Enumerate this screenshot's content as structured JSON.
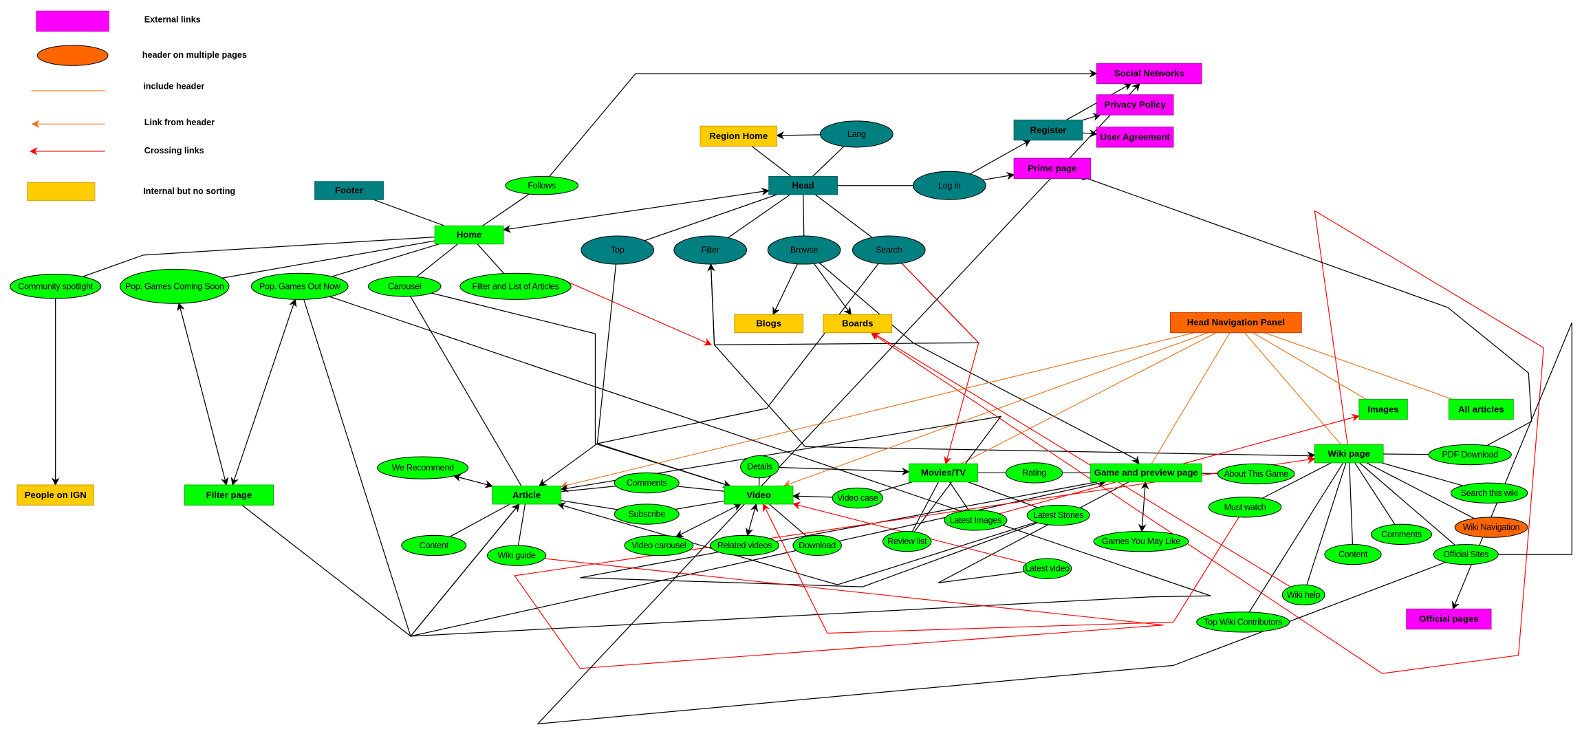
{
  "colors": {
    "internal_page": "#00ff00",
    "header_element": "#008080",
    "external_link": "#ff00ff",
    "header_multi": "#ff6600",
    "internal_no_sort": "#ffcc00",
    "edge_default": "#000000",
    "edge_include_header": "#e87722",
    "edge_crossing": "#ff0000"
  },
  "legend": [
    {
      "id": "external",
      "label": "External links",
      "swatch": "rect",
      "color": "#ff00ff"
    },
    {
      "id": "multi",
      "label": "header on multiple pages",
      "swatch": "ellipse",
      "color": "#ff6600"
    },
    {
      "id": "include",
      "label": "include header",
      "swatch": "line",
      "color": "#e87722"
    },
    {
      "id": "fromheader",
      "label": "Link from header",
      "swatch": "arrow",
      "color": "#e87722"
    },
    {
      "id": "crossing",
      "label": "Crossing links",
      "swatch": "arrow",
      "color": "#ff0000"
    },
    {
      "id": "nosort",
      "label": "Internal but no sorting",
      "swatch": "rect",
      "color": "#ffcc00"
    }
  ],
  "nodes": [
    {
      "id": "footer",
      "label": "Footer",
      "shape": "rect",
      "kind": "header_element"
    },
    {
      "id": "follows",
      "label": "Follows",
      "shape": "ellipse",
      "kind": "internal_page"
    },
    {
      "id": "home",
      "label": "Home",
      "shape": "rect",
      "kind": "internal_page"
    },
    {
      "id": "community",
      "label": "Community spotlight",
      "shape": "ellipse",
      "kind": "internal_page"
    },
    {
      "id": "comingsoon",
      "label": "Pop. Games Coming Soon",
      "shape": "ellipse",
      "kind": "internal_page"
    },
    {
      "id": "outnow",
      "label": "Pop. Games Out Now",
      "shape": "ellipse",
      "kind": "internal_page"
    },
    {
      "id": "carousel",
      "label": "Carousel",
      "shape": "ellipse",
      "kind": "internal_page"
    },
    {
      "id": "filterlist",
      "label": "Filter and List of Articles",
      "shape": "ellipse",
      "kind": "internal_page"
    },
    {
      "id": "peopleign",
      "label": "People on IGN",
      "shape": "rect",
      "kind": "internal_no_sort"
    },
    {
      "id": "filterpage",
      "label": "Filter page",
      "shape": "rect",
      "kind": "internal_page"
    },
    {
      "id": "regionhome",
      "label": "Region Home",
      "shape": "rect",
      "kind": "internal_no_sort"
    },
    {
      "id": "lang",
      "label": "Lang",
      "shape": "ellipse",
      "kind": "header_element"
    },
    {
      "id": "head",
      "label": "Head",
      "shape": "rect",
      "kind": "header_element"
    },
    {
      "id": "login",
      "label": "Log in",
      "shape": "ellipse",
      "kind": "header_element"
    },
    {
      "id": "register",
      "label": "Register",
      "shape": "rect",
      "kind": "header_element"
    },
    {
      "id": "social",
      "label": "Social Networks",
      "shape": "rect",
      "kind": "external_link"
    },
    {
      "id": "privacy",
      "label": "Privacy Policy",
      "shape": "rect",
      "kind": "external_link"
    },
    {
      "id": "useragree",
      "label": "User Agreement",
      "shape": "rect",
      "kind": "external_link"
    },
    {
      "id": "prime",
      "label": "Prime page",
      "shape": "rect",
      "kind": "external_link"
    },
    {
      "id": "top",
      "label": "Top",
      "shape": "ellipse",
      "kind": "header_element"
    },
    {
      "id": "filter",
      "label": "Filter",
      "shape": "ellipse",
      "kind": "header_element"
    },
    {
      "id": "browse",
      "label": "Browse",
      "shape": "ellipse",
      "kind": "header_element"
    },
    {
      "id": "search",
      "label": "Search",
      "shape": "ellipse",
      "kind": "header_element"
    },
    {
      "id": "blogs",
      "label": "Blogs",
      "shape": "rect",
      "kind": "internal_no_sort"
    },
    {
      "id": "boards",
      "label": "Boards",
      "shape": "rect",
      "kind": "internal_no_sort"
    },
    {
      "id": "headnav",
      "label": "Head Navigation Panel",
      "shape": "rect",
      "kind": "header_multi"
    },
    {
      "id": "images",
      "label": "Images",
      "shape": "rect",
      "kind": "internal_page"
    },
    {
      "id": "allarticles",
      "label": "All articles",
      "shape": "rect",
      "kind": "internal_page"
    },
    {
      "id": "werecommend",
      "label": "We Recommend",
      "shape": "ellipse",
      "kind": "internal_page"
    },
    {
      "id": "article",
      "label": "Article",
      "shape": "rect",
      "kind": "internal_page"
    },
    {
      "id": "content_a",
      "label": "Content",
      "shape": "ellipse",
      "kind": "internal_page"
    },
    {
      "id": "wikiguide",
      "label": "Wiki guide",
      "shape": "ellipse",
      "kind": "internal_page"
    },
    {
      "id": "comments_a",
      "label": "Comments",
      "shape": "ellipse",
      "kind": "internal_page"
    },
    {
      "id": "subscribe",
      "label": "Subscribe",
      "shape": "ellipse",
      "kind": "internal_page"
    },
    {
      "id": "details",
      "label": "Details",
      "shape": "ellipse",
      "kind": "internal_page"
    },
    {
      "id": "video",
      "label": "Video",
      "shape": "rect",
      "kind": "internal_page"
    },
    {
      "id": "videocarousel",
      "label": "Video carousel",
      "shape": "ellipse",
      "kind": "internal_page"
    },
    {
      "id": "relatedvideos",
      "label": "Related videos",
      "shape": "ellipse",
      "kind": "internal_page"
    },
    {
      "id": "download",
      "label": "Download",
      "shape": "ellipse",
      "kind": "internal_page"
    },
    {
      "id": "videocase",
      "label": "Video case",
      "shape": "ellipse",
      "kind": "internal_page"
    },
    {
      "id": "moviestv",
      "label": "Movies/TV",
      "shape": "rect",
      "kind": "internal_page"
    },
    {
      "id": "rating",
      "label": "Rating",
      "shape": "ellipse",
      "kind": "internal_page"
    },
    {
      "id": "latestimages",
      "label": "Latest Images",
      "shape": "ellipse",
      "kind": "internal_page"
    },
    {
      "id": "latestnews",
      "label": "Latest Stories",
      "shape": "ellipse",
      "kind": "internal_page"
    },
    {
      "id": "reviewlist",
      "label": "Review list",
      "shape": "ellipse",
      "kind": "internal_page"
    },
    {
      "id": "latestvideo",
      "label": "Latest video",
      "shape": "ellipse",
      "kind": "internal_page"
    },
    {
      "id": "gamepage",
      "label": "Game and preview page",
      "shape": "rect",
      "kind": "internal_page"
    },
    {
      "id": "gamesyoumay",
      "label": "Games You May Like",
      "shape": "ellipse",
      "kind": "internal_page"
    },
    {
      "id": "aboutgame",
      "label": "About This Game",
      "shape": "ellipse",
      "kind": "internal_page"
    },
    {
      "id": "mustwatch",
      "label": "Must watch",
      "shape": "ellipse",
      "kind": "internal_page"
    },
    {
      "id": "wikipage",
      "label": "Wiki page",
      "shape": "rect",
      "kind": "internal_page"
    },
    {
      "id": "pdfdownload",
      "label": "PDF Download",
      "shape": "ellipse",
      "kind": "internal_page"
    },
    {
      "id": "searchwiki",
      "label": "Search this wiki",
      "shape": "ellipse",
      "kind": "internal_page"
    },
    {
      "id": "wikinav",
      "label": "Wiki Navigation",
      "shape": "ellipse",
      "kind": "header_multi"
    },
    {
      "id": "comments_w",
      "label": "Comments",
      "shape": "ellipse",
      "kind": "internal_page"
    },
    {
      "id": "content_w",
      "label": "Content",
      "shape": "ellipse",
      "kind": "internal_page"
    },
    {
      "id": "officialsites",
      "label": "Official Sites",
      "shape": "ellipse",
      "kind": "internal_page"
    },
    {
      "id": "wikihelp",
      "label": "Wiki help",
      "shape": "ellipse",
      "kind": "internal_page"
    },
    {
      "id": "topwiki",
      "label": "Top Wiki Contributors",
      "shape": "ellipse",
      "kind": "internal_page"
    },
    {
      "id": "officialpages",
      "label": "Official pages",
      "shape": "rect",
      "kind": "external_link"
    }
  ],
  "edges": [
    {
      "from": "footer",
      "to": "home",
      "style": "default",
      "arrow": "none"
    },
    {
      "from": "follows",
      "to": "home",
      "style": "default",
      "arrow": "none"
    },
    {
      "from": "follows",
      "to": "social",
      "style": "default",
      "arrow": "end"
    },
    {
      "from": "head",
      "to": "home",
      "style": "default",
      "arrow": "both"
    },
    {
      "from": "home",
      "to": "community",
      "style": "default",
      "arrow": "none"
    },
    {
      "from": "home",
      "to": "comingsoon",
      "style": "default",
      "arrow": "none"
    },
    {
      "from": "home",
      "to": "outnow",
      "style": "default",
      "arrow": "none"
    },
    {
      "from": "home",
      "to": "carousel",
      "style": "default",
      "arrow": "none"
    },
    {
      "from": "home",
      "to": "filterlist",
      "style": "default",
      "arrow": "none"
    },
    {
      "from": "community",
      "to": "peopleign",
      "style": "default",
      "arrow": "end"
    },
    {
      "from": "comingsoon",
      "to": "filterpage",
      "style": "default",
      "arrow": "both"
    },
    {
      "from": "outnow",
      "to": "filterpage",
      "style": "default",
      "arrow": "both"
    },
    {
      "from": "outnow",
      "to": "article",
      "style": "default",
      "arrow": "end"
    },
    {
      "from": "filterpage",
      "to": "article",
      "style": "default",
      "arrow": "end"
    },
    {
      "from": "carousel",
      "to": "article",
      "style": "default",
      "arrow": "none"
    },
    {
      "from": "carousel",
      "to": "video",
      "style": "default",
      "arrow": "none"
    },
    {
      "from": "filterlist",
      "to": "filter",
      "style": "crossing",
      "arrow": "end"
    },
    {
      "from": "lang",
      "to": "regionhome",
      "style": "default",
      "arrow": "end"
    },
    {
      "from": "regionhome",
      "to": "head",
      "style": "default",
      "arrow": "none"
    },
    {
      "from": "lang",
      "to": "head",
      "style": "default",
      "arrow": "none"
    },
    {
      "from": "head",
      "to": "login",
      "style": "default",
      "arrow": "none"
    },
    {
      "from": "login",
      "to": "register",
      "style": "default",
      "arrow": "end"
    },
    {
      "from": "login",
      "to": "prime",
      "style": "default",
      "arrow": "end"
    },
    {
      "from": "register",
      "to": "social",
      "style": "default",
      "arrow": "end"
    },
    {
      "from": "register",
      "to": "privacy",
      "style": "default",
      "arrow": "end"
    },
    {
      "from": "register",
      "to": "useragree",
      "style": "default",
      "arrow": "end"
    },
    {
      "from": "head",
      "to": "top",
      "style": "default",
      "arrow": "none"
    },
    {
      "from": "head",
      "to": "filter",
      "style": "default",
      "arrow": "none"
    },
    {
      "from": "head",
      "to": "browse",
      "style": "default",
      "arrow": "none"
    },
    {
      "from": "head",
      "to": "search",
      "style": "default",
      "arrow": "none"
    },
    {
      "from": "browse",
      "to": "blogs",
      "style": "default",
      "arrow": "end"
    },
    {
      "from": "browse",
      "to": "boards",
      "style": "default",
      "arrow": "end"
    },
    {
      "from": "browse",
      "to": "gamepage",
      "style": "default",
      "arrow": "end"
    },
    {
      "from": "search",
      "to": "filter",
      "style": "default",
      "arrow": "end"
    },
    {
      "from": "search",
      "to": "article",
      "style": "default",
      "arrow": "end"
    },
    {
      "from": "filter",
      "to": "wikipage",
      "style": "default",
      "arrow": "end"
    },
    {
      "from": "top",
      "to": "video",
      "style": "default",
      "arrow": "end"
    },
    {
      "from": "search",
      "to": "moviestv",
      "style": "crossing",
      "arrow": "end"
    },
    {
      "from": "wikipage",
      "to": "boards",
      "style": "crossing",
      "arrow": "end"
    },
    {
      "from": "headnav",
      "to": "article",
      "style": "include",
      "arrow": "end"
    },
    {
      "from": "headnav",
      "to": "video",
      "style": "include",
      "arrow": "end"
    },
    {
      "from": "headnav",
      "to": "moviestv",
      "style": "include",
      "arrow": "none"
    },
    {
      "from": "headnav",
      "to": "gamepage",
      "style": "include",
      "arrow": "none"
    },
    {
      "from": "headnav",
      "to": "wikipage",
      "style": "include",
      "arrow": "none"
    },
    {
      "from": "headnav",
      "to": "images",
      "style": "include",
      "arrow": "none"
    },
    {
      "from": "headnav",
      "to": "allarticles",
      "style": "include",
      "arrow": "none"
    },
    {
      "from": "werecommend",
      "to": "article",
      "style": "default",
      "arrow": "both"
    },
    {
      "from": "article",
      "to": "content_a",
      "style": "default",
      "arrow": "none"
    },
    {
      "from": "article",
      "to": "wikiguide",
      "style": "default",
      "arrow": "none"
    },
    {
      "from": "article",
      "to": "comments_a",
      "style": "default",
      "arrow": "none"
    },
    {
      "from": "article",
      "to": "subscribe",
      "style": "default",
      "arrow": "none"
    },
    {
      "from": "comments_a",
      "to": "video",
      "style": "default",
      "arrow": "none"
    },
    {
      "from": "subscribe",
      "to": "video",
      "style": "default",
      "arrow": "none"
    },
    {
      "from": "details",
      "to": "video",
      "style": "default",
      "arrow": "none"
    },
    {
      "from": "details",
      "to": "moviestv",
      "style": "default",
      "arrow": "end"
    },
    {
      "from": "video",
      "to": "videocarousel",
      "style": "default",
      "arrow": "both"
    },
    {
      "from": "video",
      "to": "relatedvideos",
      "style": "default",
      "arrow": "both"
    },
    {
      "from": "video",
      "to": "download",
      "style": "default",
      "arrow": "none"
    },
    {
      "from": "videocase",
      "to": "video",
      "style": "default",
      "arrow": "end"
    },
    {
      "from": "videocase",
      "to": "moviestv",
      "style": "default",
      "arrow": "none"
    },
    {
      "from": "moviestv",
      "to": "rating",
      "style": "default",
      "arrow": "none"
    },
    {
      "from": "rating",
      "to": "gamepage",
      "style": "default",
      "arrow": "none"
    },
    {
      "from": "moviestv",
      "to": "latestimages",
      "style": "default",
      "arrow": "none"
    },
    {
      "from": "moviestv",
      "to": "latestnews",
      "style": "default",
      "arrow": "none"
    },
    {
      "from": "moviestv",
      "to": "reviewlist",
      "style": "default",
      "arrow": "none"
    },
    {
      "from": "latestnews",
      "to": "gamepage",
      "style": "default",
      "arrow": "none"
    },
    {
      "from": "latestnews",
      "to": "article",
      "style": "default",
      "arrow": "end"
    },
    {
      "from": "reviewlist",
      "to": "article",
      "style": "default",
      "arrow": "end"
    },
    {
      "from": "latestimages",
      "to": "images",
      "style": "crossing",
      "arrow": "end"
    },
    {
      "from": "latestvideo",
      "to": "gamepage",
      "style": "default",
      "arrow": "none"
    },
    {
      "from": "latestvideo",
      "to": "video",
      "style": "crossing",
      "arrow": "end"
    },
    {
      "from": "gamepage",
      "to": "gamesyoumay",
      "style": "default",
      "arrow": "both"
    },
    {
      "from": "gamepage",
      "to": "aboutgame",
      "style": "default",
      "arrow": "none"
    },
    {
      "from": "outnow",
      "to": "gamepage",
      "style": "default",
      "arrow": "end"
    },
    {
      "from": "mustwatch",
      "to": "wikipage",
      "style": "default",
      "arrow": "none"
    },
    {
      "from": "mustwatch",
      "to": "video",
      "style": "crossing",
      "arrow": "end"
    },
    {
      "from": "wikiguide",
      "to": "wikipage",
      "style": "crossing",
      "arrow": "end"
    },
    {
      "from": "wikipage",
      "to": "pdfdownload",
      "style": "default",
      "arrow": "none"
    },
    {
      "from": "pdfdownload",
      "to": "prime",
      "style": "default",
      "arrow": "end"
    },
    {
      "from": "wikipage",
      "to": "searchwiki",
      "style": "default",
      "arrow": "none"
    },
    {
      "from": "wikipage",
      "to": "wikinav",
      "style": "default",
      "arrow": "none"
    },
    {
      "from": "wikipage",
      "to": "comments_w",
      "style": "default",
      "arrow": "none"
    },
    {
      "from": "wikipage",
      "to": "content_w",
      "style": "default",
      "arrow": "none"
    },
    {
      "from": "wikipage",
      "to": "officialsites",
      "style": "default",
      "arrow": "none"
    },
    {
      "from": "wikipage",
      "to": "wikihelp",
      "style": "default",
      "arrow": "none"
    },
    {
      "from": "wikipage",
      "to": "topwiki",
      "style": "default",
      "arrow": "none"
    },
    {
      "from": "officialsites",
      "to": "officialpages",
      "style": "default",
      "arrow": "end"
    },
    {
      "from": "officialsites",
      "to": "social",
      "style": "default",
      "arrow": "end"
    },
    {
      "from": "topwiki",
      "to": "peopleign",
      "style": "default",
      "arrow": "end"
    },
    {
      "from": "wikihelp",
      "to": "boards",
      "style": "crossing",
      "arrow": "end"
    }
  ]
}
